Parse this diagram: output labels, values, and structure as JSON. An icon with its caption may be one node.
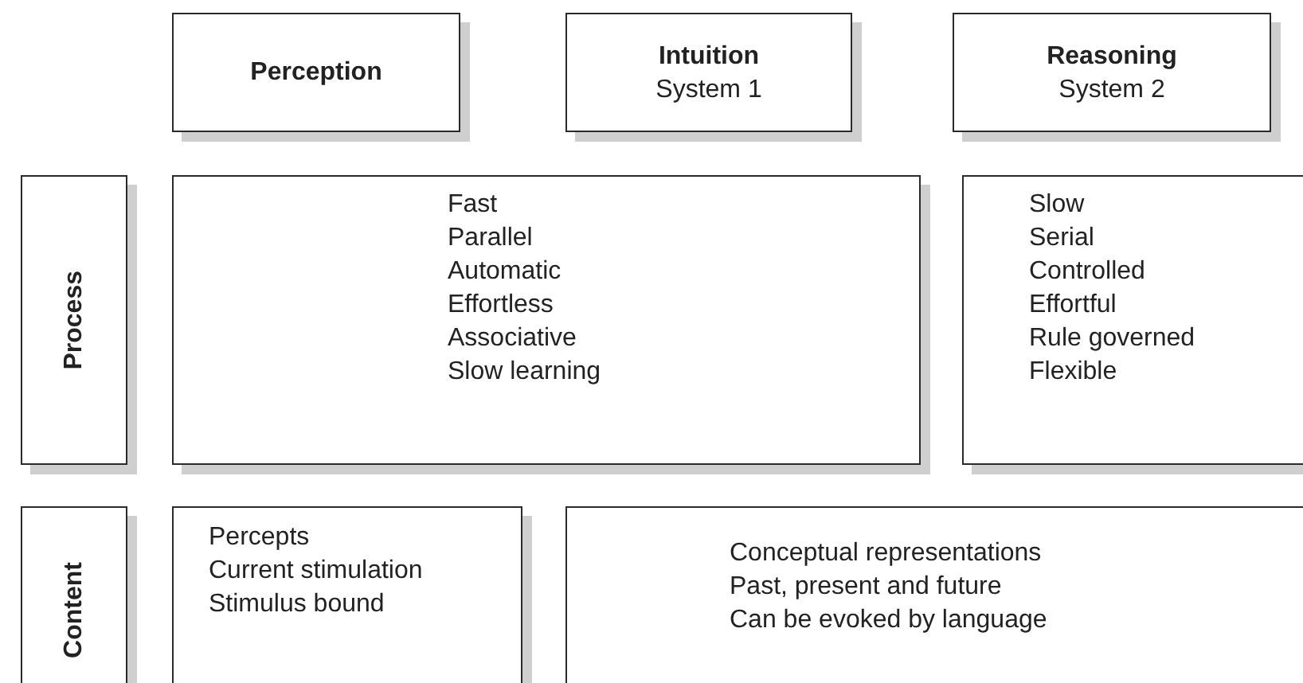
{
  "diagram": {
    "nodes": [
      {
        "text": [
          "Perception"
        ]
      },
      {
        "text": [
          "Intuition",
          "System 1"
        ]
      },
      {
        "text": [
          "Reasoning",
          "System 2"
        ]
      },
      {
        "text": [
          "Process"
        ]
      },
      {
        "text": [
          "Fast",
          "Parallel",
          "Automatic",
          "Effortless",
          "Associative",
          "Slow learning"
        ]
      },
      {
        "text": [
          "Slow",
          "Serial",
          "Controlled",
          "Effortful",
          "Rule governed",
          "Flexible"
        ]
      },
      {
        "text": [
          "Content"
        ]
      },
      {
        "text": [
          "Percepts",
          "Current stimulation",
          "Stimulus bound"
        ]
      },
      {
        "text": [
          "Conceptual representations",
          "Past, present and future",
          "Can be evoked by language"
        ]
      }
    ]
  }
}
